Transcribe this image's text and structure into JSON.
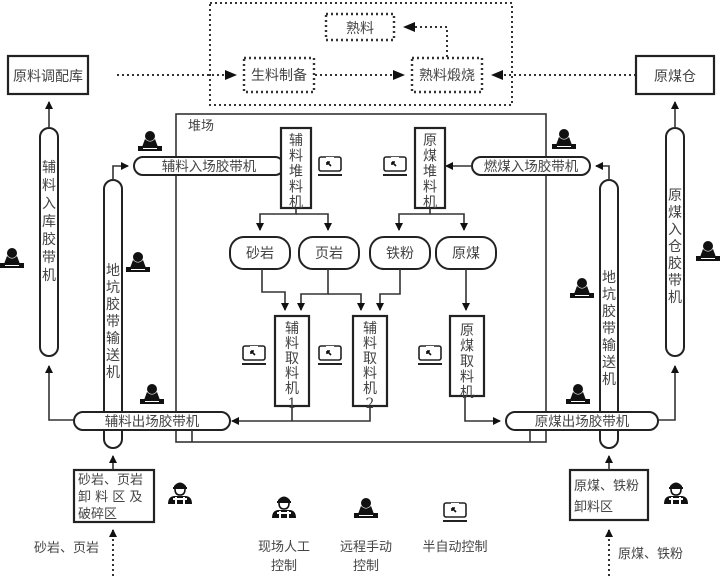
{
  "kiln_area": {
    "clinker": "熟料",
    "raw_prep": "生料制备",
    "calcination": "熟料煅烧"
  },
  "storage": {
    "raw_material_blending": "原料调配库",
    "raw_coal_bin": "原煤仓"
  },
  "yard": {
    "label": "堆场",
    "aux_stacker": [
      "辅",
      "料",
      "堆",
      "料",
      "机"
    ],
    "coal_stacker": [
      "原",
      "煤",
      "堆",
      "料",
      "机"
    ],
    "piles": [
      "砂岩",
      "页岩",
      "铁粉",
      "原煤"
    ],
    "aux_reclaimer_1": [
      "辅",
      "料",
      "取",
      "料",
      "机",
      "1"
    ],
    "aux_reclaimer_2": [
      "辅",
      "料",
      "取",
      "料",
      "机",
      "2"
    ],
    "coal_reclaimer": [
      "原",
      "煤",
      "取",
      "料",
      "机"
    ]
  },
  "belts": {
    "aux_in": "辅料入场胶带机",
    "coal_in": "燃煤入场胶带机",
    "aux_out": "辅料出场胶带机",
    "coal_out": "原煤出场胶带机",
    "aux_storage": [
      "辅",
      "料",
      "入",
      "库",
      "胶",
      "带",
      "机"
    ],
    "coal_storage": [
      "原",
      "煤",
      "入",
      "仓",
      "胶",
      "带",
      "机"
    ],
    "pit_left": [
      "地",
      "坑",
      "胶",
      "带",
      "输",
      "送",
      "机"
    ],
    "pit_right": [
      "地",
      "坑",
      "胶",
      "带",
      "输",
      "送",
      "机"
    ]
  },
  "unloading": {
    "left": [
      "砂岩、页岩",
      "卸 料 区 及",
      "破碎区"
    ],
    "right": [
      "原煤、铁粉",
      "卸料区"
    ],
    "left_input": "砂岩、页岩",
    "right_input": "原煤、铁粉"
  },
  "legend": {
    "manual": [
      "现场人工",
      "控制"
    ],
    "remote": [
      "远程手动",
      "控制"
    ],
    "semi_auto": "半自动控制"
  },
  "icons": {
    "manual": "worker-helmet-icon",
    "remote": "operator-console-icon",
    "semi_auto": "monitor-cursor-icon"
  }
}
